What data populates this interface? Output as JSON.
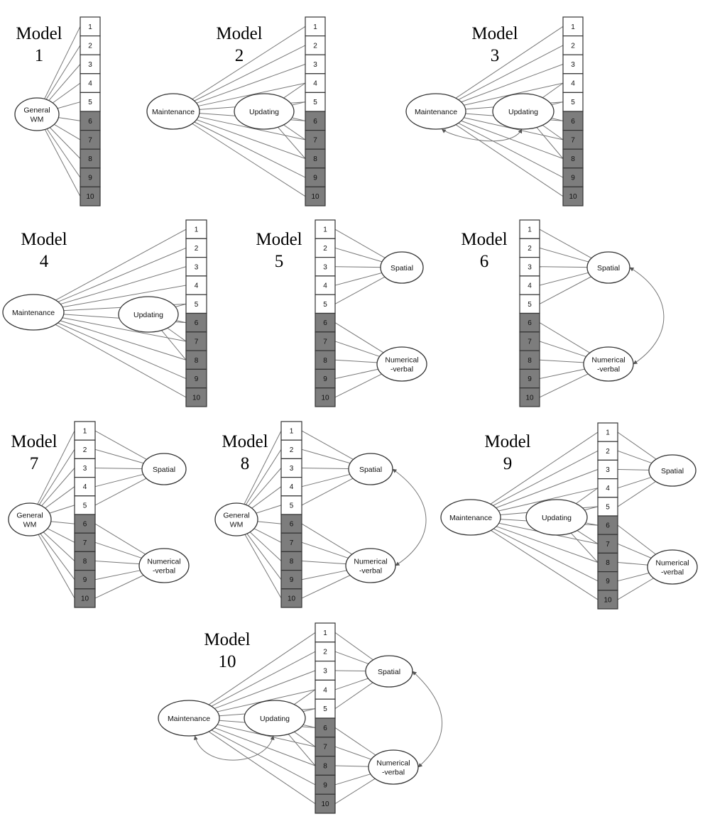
{
  "colors": {
    "background": "#ffffff",
    "white_indicator": "#ffffff",
    "gray_indicator": "#7d7d7d",
    "line": "#777777",
    "outline": "#333333"
  },
  "indicators": [
    "1",
    "2",
    "3",
    "4",
    "5",
    "6",
    "7",
    "8",
    "9",
    "10"
  ],
  "models": [
    {
      "id": "model-1",
      "title": [
        "Model",
        "1"
      ],
      "factors": [
        {
          "key": "g",
          "label": [
            "General",
            "WM"
          ],
          "loads": [
            1,
            2,
            3,
            4,
            5,
            6,
            7,
            8,
            9,
            10
          ]
        }
      ],
      "correlations": []
    },
    {
      "id": "model-2",
      "title": [
        "Model",
        "2"
      ],
      "factors": [
        {
          "key": "m",
          "label": [
            "Maintenance"
          ],
          "loads": [
            1,
            2,
            3,
            4,
            5,
            6,
            7,
            8,
            9,
            10
          ]
        },
        {
          "key": "u",
          "label": [
            "Updating"
          ],
          "loads": [
            4,
            5,
            6,
            7,
            8
          ]
        }
      ],
      "correlations": []
    },
    {
      "id": "model-3",
      "title": [
        "Model",
        "3"
      ],
      "factors": [
        {
          "key": "m",
          "label": [
            "Maintenance"
          ],
          "loads": [
            1,
            2,
            3,
            4,
            5,
            6,
            7,
            8,
            9,
            10
          ]
        },
        {
          "key": "u",
          "label": [
            "Updating"
          ],
          "loads": [
            4,
            5,
            6,
            7,
            8
          ]
        }
      ],
      "correlations": [
        [
          "m",
          "u"
        ]
      ]
    },
    {
      "id": "model-4",
      "title": [
        "Model",
        "4"
      ],
      "factors": [
        {
          "key": "m",
          "label": [
            "Maintenance"
          ],
          "loads": [
            1,
            2,
            3,
            4,
            5,
            6,
            7,
            8,
            9,
            10
          ]
        },
        {
          "key": "u",
          "label": [
            "Updating"
          ],
          "loads": [
            5,
            6,
            7,
            8
          ]
        }
      ],
      "correlations": []
    },
    {
      "id": "model-5",
      "title": [
        "Model",
        "5"
      ],
      "factors": [
        {
          "key": "s",
          "label": [
            "Spatial"
          ],
          "loads": [
            1,
            2,
            3,
            4,
            5
          ]
        },
        {
          "key": "n",
          "label": [
            "Numerical",
            "-verbal"
          ],
          "loads": [
            6,
            7,
            8,
            9,
            10
          ]
        }
      ],
      "correlations": []
    },
    {
      "id": "model-6",
      "title": [
        "Model",
        "6"
      ],
      "factors": [
        {
          "key": "s",
          "label": [
            "Spatial"
          ],
          "loads": [
            1,
            2,
            3,
            4,
            5
          ]
        },
        {
          "key": "n",
          "label": [
            "Numerical",
            "-verbal"
          ],
          "loads": [
            6,
            7,
            8,
            9,
            10
          ]
        }
      ],
      "correlations": [
        [
          "s",
          "n"
        ]
      ]
    },
    {
      "id": "model-7",
      "title": [
        "Model",
        "7"
      ],
      "factors": [
        {
          "key": "g",
          "label": [
            "General",
            "WM"
          ],
          "loads": [
            1,
            2,
            3,
            4,
            5,
            6,
            7,
            8,
            9,
            10
          ]
        },
        {
          "key": "s",
          "label": [
            "Spatial"
          ],
          "loads": [
            1,
            2,
            3,
            4,
            5
          ]
        },
        {
          "key": "n",
          "label": [
            "Numerical",
            "-verbal"
          ],
          "loads": [
            6,
            7,
            8,
            9,
            10
          ]
        }
      ],
      "correlations": []
    },
    {
      "id": "model-8",
      "title": [
        "Model",
        "8"
      ],
      "factors": [
        {
          "key": "g",
          "label": [
            "General",
            "WM"
          ],
          "loads": [
            1,
            2,
            3,
            4,
            5,
            6,
            7,
            8,
            9,
            10
          ]
        },
        {
          "key": "s",
          "label": [
            "Spatial"
          ],
          "loads": [
            1,
            2,
            3,
            4,
            5
          ]
        },
        {
          "key": "n",
          "label": [
            "Numerical",
            "-verbal"
          ],
          "loads": [
            6,
            7,
            8,
            9,
            10
          ]
        }
      ],
      "correlations": [
        [
          "s",
          "n"
        ]
      ]
    },
    {
      "id": "model-9",
      "title": [
        "Model",
        "9"
      ],
      "factors": [
        {
          "key": "m",
          "label": [
            "Maintenance"
          ],
          "loads": [
            1,
            2,
            3,
            4,
            5,
            6,
            7,
            8,
            9,
            10
          ]
        },
        {
          "key": "u",
          "label": [
            "Updating"
          ],
          "loads": [
            4,
            5,
            6,
            7,
            8
          ]
        },
        {
          "key": "s",
          "label": [
            "Spatial"
          ],
          "loads": [
            1,
            2,
            3,
            4,
            5
          ]
        },
        {
          "key": "n",
          "label": [
            "Numerical",
            "-verbal"
          ],
          "loads": [
            6,
            7,
            8,
            9,
            10
          ]
        }
      ],
      "correlations": []
    },
    {
      "id": "model-10",
      "title": [
        "Model",
        "10"
      ],
      "factors": [
        {
          "key": "m",
          "label": [
            "Maintenance"
          ],
          "loads": [
            1,
            2,
            3,
            4,
            5,
            6,
            7,
            8,
            9,
            10
          ]
        },
        {
          "key": "u",
          "label": [
            "Updating"
          ],
          "loads": [
            4,
            5,
            6,
            7,
            8
          ]
        },
        {
          "key": "s",
          "label": [
            "Spatial"
          ],
          "loads": [
            1,
            2,
            3,
            4,
            5
          ]
        },
        {
          "key": "n",
          "label": [
            "Numerical",
            "-verbal"
          ],
          "loads": [
            6,
            7,
            8,
            9,
            10
          ]
        }
      ],
      "correlations": [
        [
          "m",
          "u"
        ],
        [
          "s",
          "n"
        ]
      ]
    }
  ]
}
